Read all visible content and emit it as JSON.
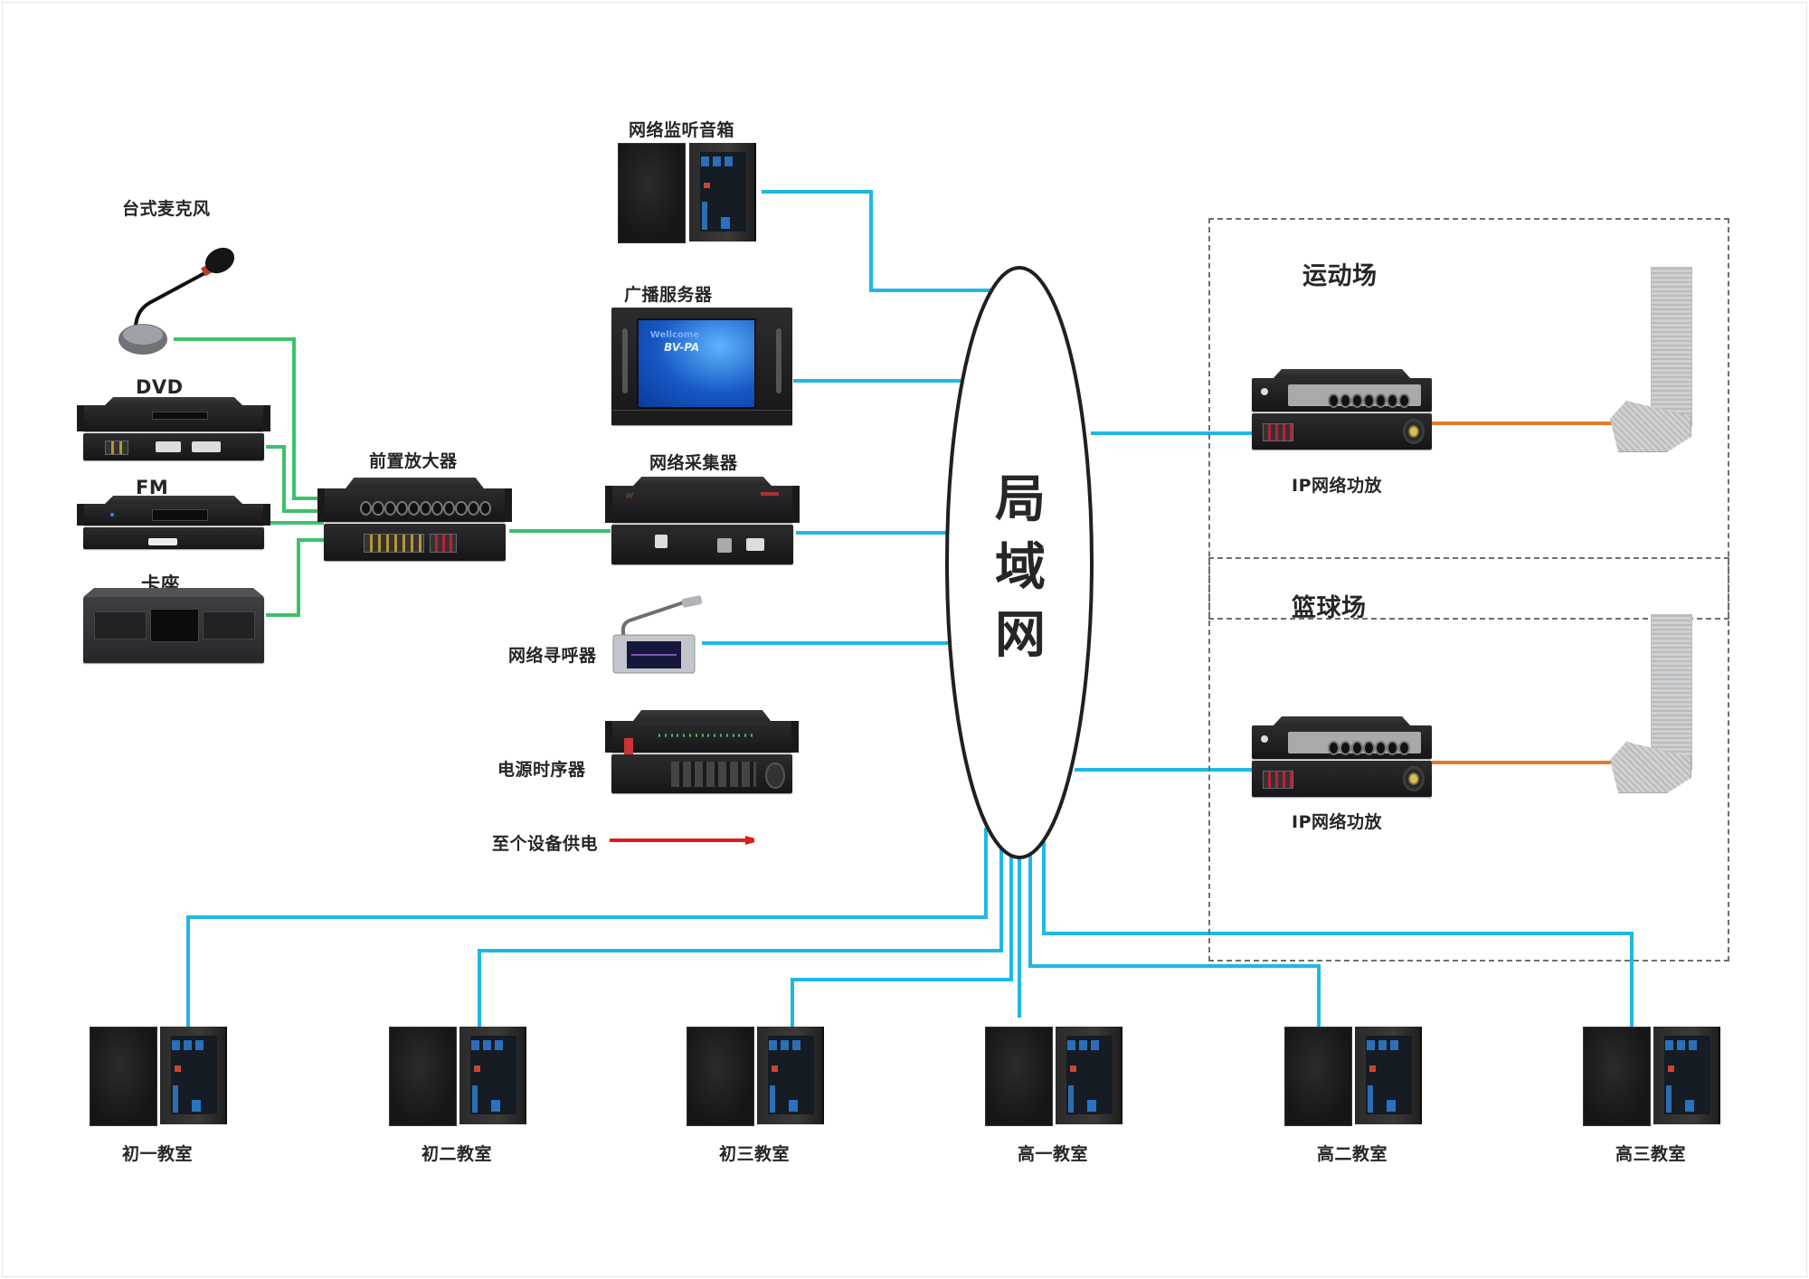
{
  "diagram": {
    "center_label": "局域网",
    "center_chars": [
      "局",
      "域",
      "网"
    ],
    "sources": [
      {
        "id": "desk-mic",
        "label": "台式麦克风"
      },
      {
        "id": "dvd",
        "label": "DVD"
      },
      {
        "id": "fm",
        "label": "FM"
      },
      {
        "id": "cassette",
        "label": "卡座"
      }
    ],
    "preamp": {
      "label": "前置放大器"
    },
    "network_devices": [
      {
        "id": "monitor-speaker",
        "label": "网络监听音箱"
      },
      {
        "id": "broadcast-server",
        "label": "广播服务器",
        "screen_text": "Wellcome",
        "screen_brand": "BV-PA"
      },
      {
        "id": "network-collector",
        "label": "网络采集器"
      },
      {
        "id": "network-pager",
        "label": "网络寻呼器"
      },
      {
        "id": "power-sequencer",
        "label": "电源时序器"
      }
    ],
    "power_note": {
      "label": "至个设备供电"
    },
    "zones": [
      {
        "id": "sports-field",
        "label": "运动场",
        "amp_label": "IP网络功放"
      },
      {
        "id": "basketball-court",
        "label": "篮球场",
        "amp_label": "IP网络功放"
      }
    ],
    "classrooms": [
      {
        "label": "初一教室"
      },
      {
        "label": "初二教室"
      },
      {
        "label": "初三教室"
      },
      {
        "label": "高一教室"
      },
      {
        "label": "高二教室"
      },
      {
        "label": "高三教室"
      }
    ],
    "colors": {
      "network_line": "#1fb8e4",
      "audio_line": "#3cc26a",
      "speaker_line": "#e57a2c",
      "power_arrow": "#e01b1b",
      "ellipse_stroke": "#231f20",
      "text": "#262626"
    }
  }
}
